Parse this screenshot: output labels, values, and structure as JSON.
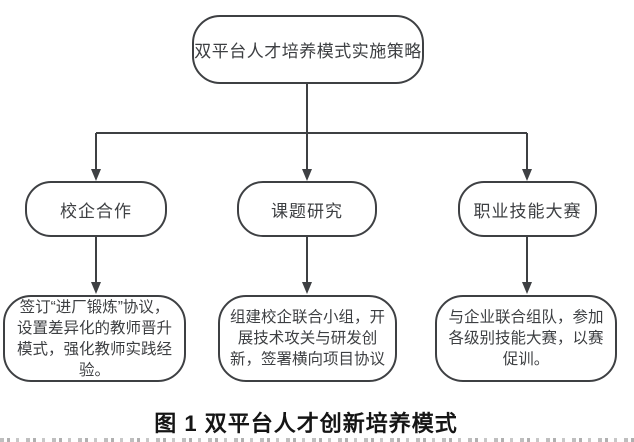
{
  "diagram": {
    "root": {
      "label": "双平台人才培养模式实施策略"
    },
    "branches": [
      {
        "label": "校企合作",
        "detail": "签订“进厂锻炼”协议，设置差异化的教师晋升模式，强化教师实践经验。"
      },
      {
        "label": "课题研究",
        "detail": "组建校企联合小组，开展技术攻关与研发创新，签署横向项目协议"
      },
      {
        "label": "职业技能大赛",
        "detail": "与企业联合组队，参加各级别技能大赛，以赛促训。"
      }
    ],
    "caption": "图 1 双平台人才创新培养模式",
    "line_color": "#3e4043"
  }
}
